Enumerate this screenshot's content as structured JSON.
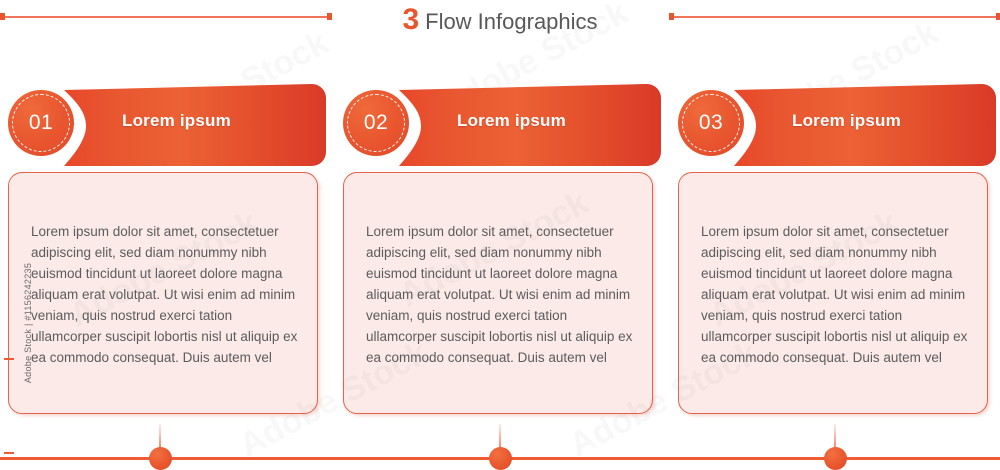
{
  "header": {
    "number": "3",
    "title": "Flow Infographics"
  },
  "theme": {
    "accent": "#E8552E",
    "accent_light": "#EF6A3B",
    "accent_deep": "#D93A28",
    "rule": "#F0755A",
    "box_fill": "#FBEAE7",
    "box_border": "#E8614A",
    "body_text": "#5C5C5C",
    "title_text": "#585858"
  },
  "steps": [
    {
      "number": "01",
      "heading": "Lorem ipsum",
      "body": "Lorem ipsum dolor sit amet, consectetuer adipiscing elit, sed diam nonummy nibh euismod tincidunt ut laoreet dolore magna aliquam erat volutpat. Ut wisi enim ad minim veniam, quis nostrud exerci tation ullamcorper suscipit lobortis nisl ut aliquip ex ea commodo consequat. Duis autem vel"
    },
    {
      "number": "02",
      "heading": "Lorem ipsum",
      "body": "Lorem ipsum dolor sit amet, consectetuer adipiscing elit, sed diam nonummy nibh euismod tincidunt ut laoreet dolore magna aliquam erat volutpat. Ut wisi enim ad minim veniam, quis nostrud exerci tation ullamcorper suscipit lobortis nisl ut aliquip ex ea commodo consequat. Duis autem vel"
    },
    {
      "number": "03",
      "heading": "Lorem ipsum",
      "body": "Lorem ipsum dolor sit amet, consectetuer adipiscing elit, sed diam nonummy nibh euismod tincidunt ut laoreet dolore magna aliquam erat volutpat. Ut wisi enim ad minim veniam, quis nostrud exerci tation ullamcorper suscipit lobortis nisl ut aliquip ex ea commodo consequat. Duis autem vel"
    }
  ],
  "watermark": {
    "side_text": "Adobe Stock | #1156242235",
    "tile_text": "Adobe Stock"
  }
}
